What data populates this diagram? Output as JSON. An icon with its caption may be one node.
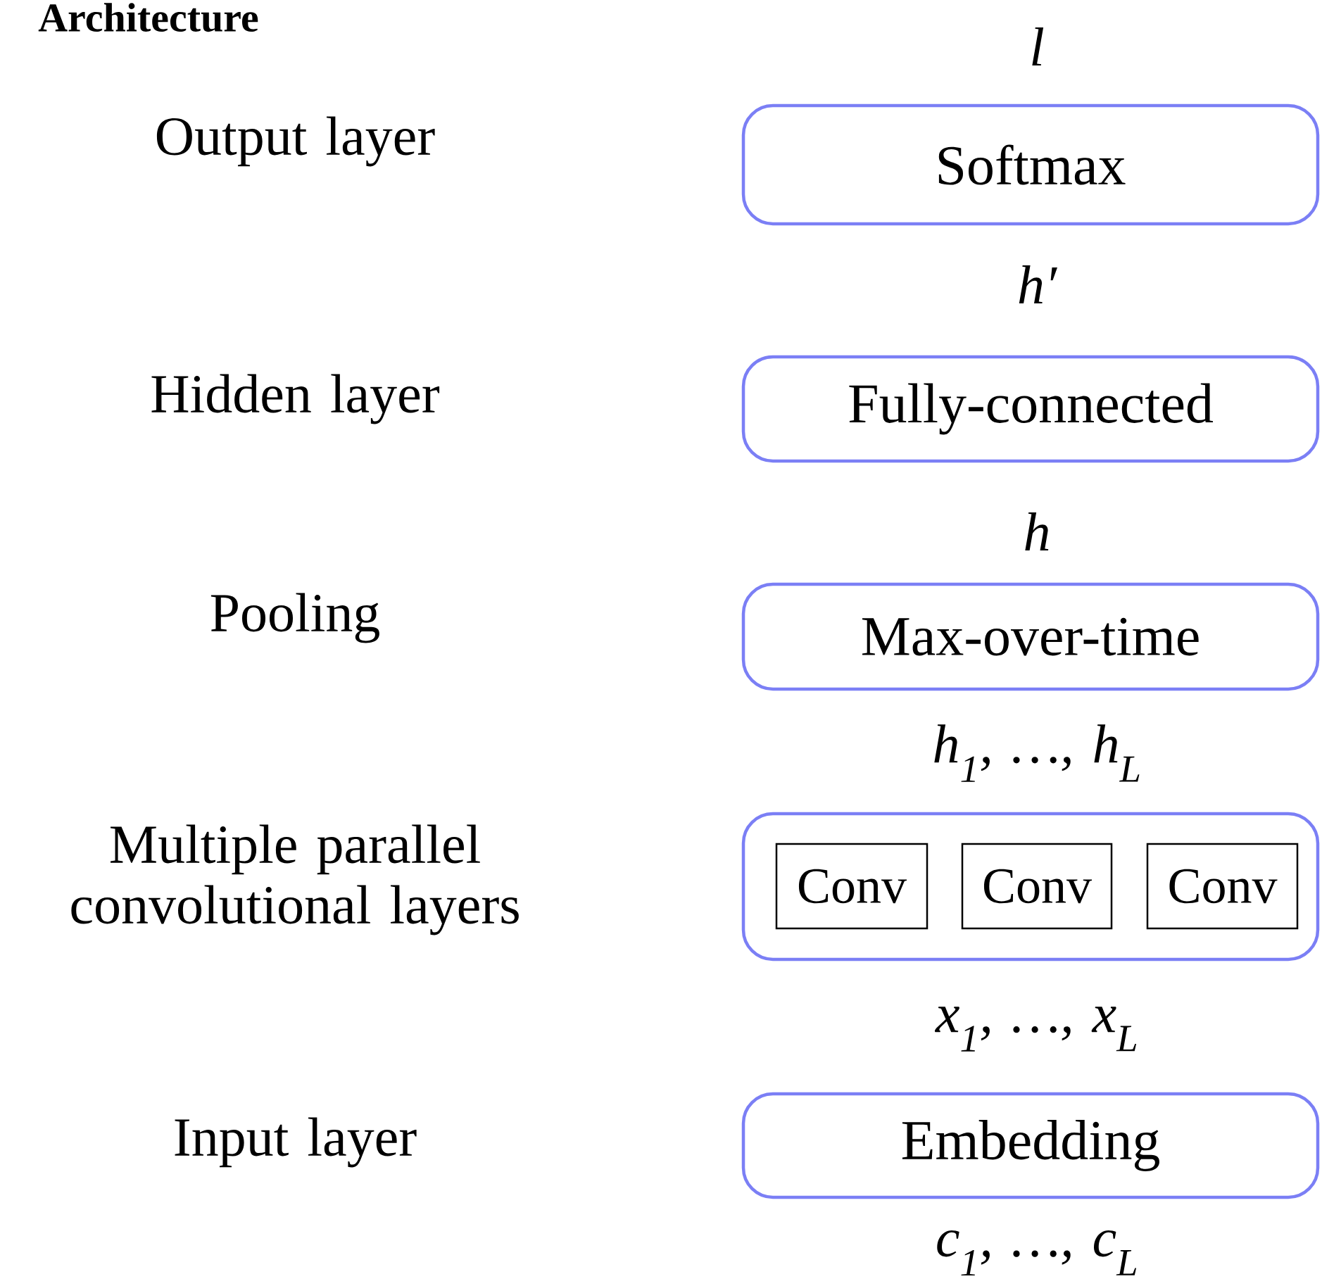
{
  "diagram": {
    "title": "Architecture",
    "nodes": [
      {
        "text": [
          "Softmax"
        ]
      },
      {
        "text": [
          "Fully-connected"
        ]
      },
      {
        "text": [
          "Max-over-time"
        ]
      },
      {
        "text": [],
        "shape": "box"
      },
      {
        "text": [
          "Conv"
        ],
        "in": 3
      },
      {
        "text": [
          "Conv"
        ],
        "in": 3
      },
      {
        "text": [
          "Conv"
        ],
        "in": 3
      },
      {
        "text": [
          "Embedding"
        ]
      }
    ],
    "labels": [
      "l",
      "Output layer",
      "h′",
      "Hidden layer",
      "h",
      "Pooling",
      "h$_{1}$, …, h$_{L}$",
      "Multiple parallel convolutional layers",
      "x$_{1}$, …, x$_{L}$",
      "Input layer",
      "c$_{1}$, …, c$_{L}$"
    ]
  }
}
